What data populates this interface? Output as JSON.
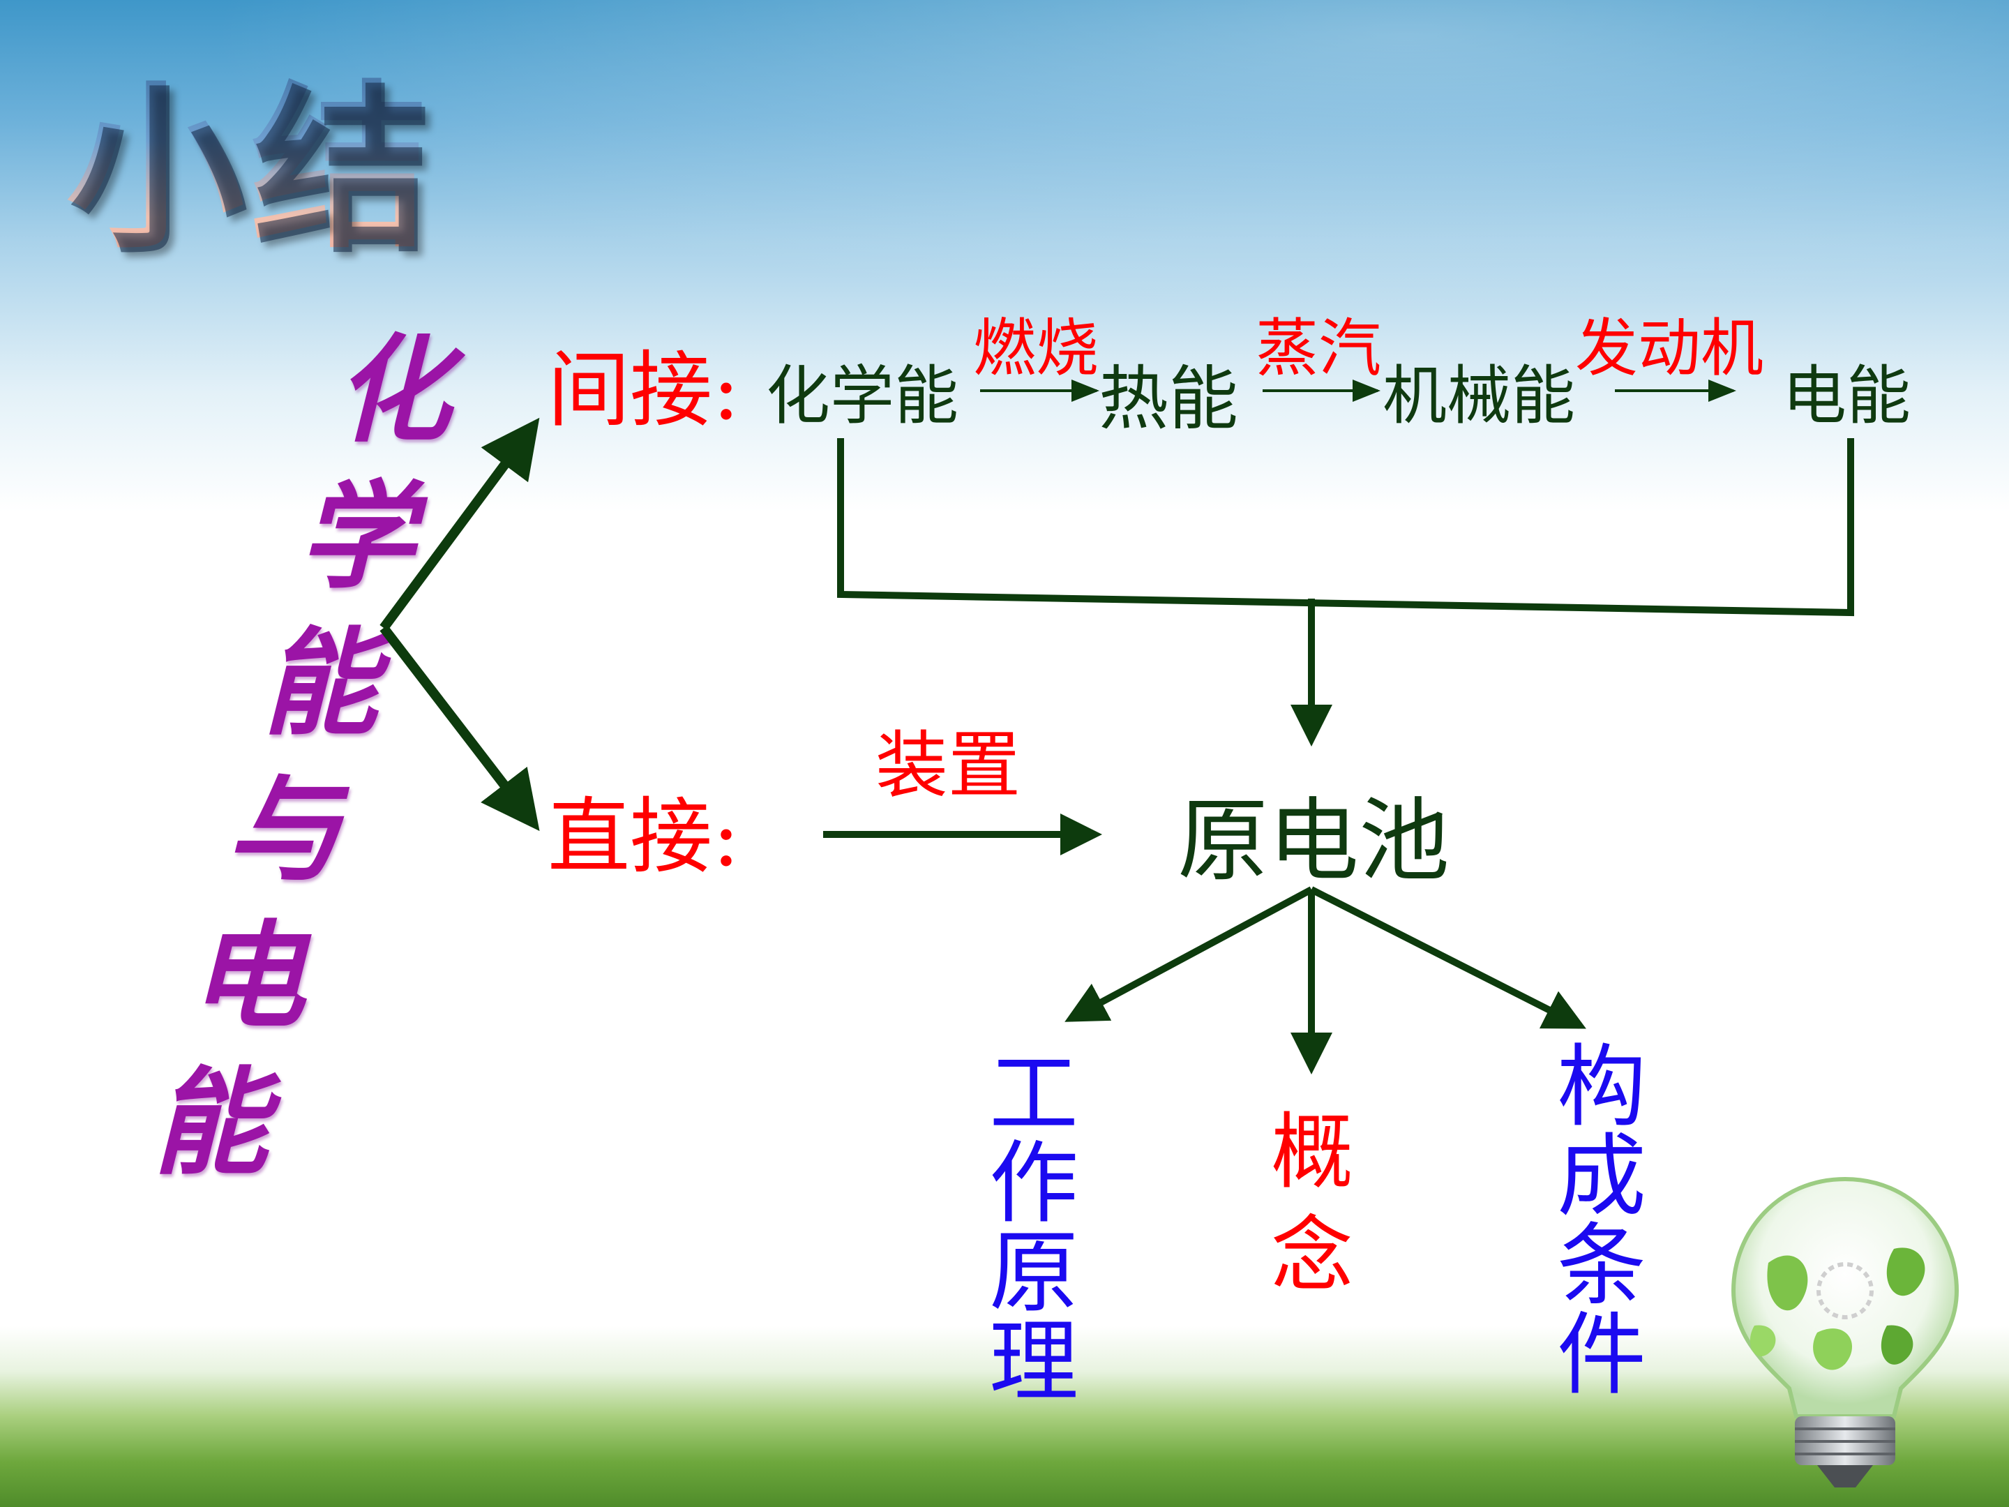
{
  "title": "小结",
  "vertical_title": [
    "化",
    "学",
    "能",
    "与",
    "电",
    "能"
  ],
  "indirect": {
    "label": "间接:",
    "chain": [
      "化学能",
      "热能",
      "机械能",
      "电能"
    ],
    "processes": [
      "燃烧",
      "蒸汽",
      "发动机"
    ]
  },
  "direct": {
    "label": "直接:",
    "process": "装置",
    "target": "原电池"
  },
  "branches": {
    "left": [
      "工",
      "作",
      "原",
      "理"
    ],
    "middle": [
      "概",
      "念"
    ],
    "right": [
      "构",
      "成",
      "条",
      "件"
    ]
  },
  "colors": {
    "label_red": "#ff0000",
    "chain_green": "#0f3a10",
    "vertical_purple": "#9b14a6",
    "branch_blue": "#1b0af0",
    "arrow_green": "#0d3b0d"
  },
  "icons": [
    "lightbulb-icon"
  ]
}
